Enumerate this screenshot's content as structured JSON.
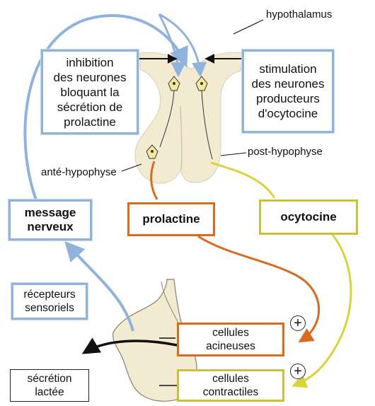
{
  "labels": {
    "hypothalamus": "hypothalamus",
    "inhibition": "inhibition\ndes neurones\nbloquant la\nsécrétion de\nprolactine",
    "stimulation": "stimulation\ndes neurones\nproducteurs\nd'ocytocine",
    "post_hypophyse": "post-hypophyse",
    "ante_hypophyse": "anté-hypophyse",
    "message_nerveux": "message\nnerveux",
    "prolactine": "prolactine",
    "ocytocine": "ocytocine",
    "recepteurs": "récepteurs\nsensoriels",
    "cellules_acineuses": "cellules\nacineuses",
    "cellules_contractiles": "cellules\ncontractiles",
    "secretion_lactee": "sécrétion\nlactée",
    "plus": "+"
  },
  "colors": {
    "nerve_blue": "#8fb3dc",
    "prolactin_orange": "#d96a1e",
    "ocytocin_yellow": "#d8d33a",
    "tissue": "#f3ead2"
  }
}
